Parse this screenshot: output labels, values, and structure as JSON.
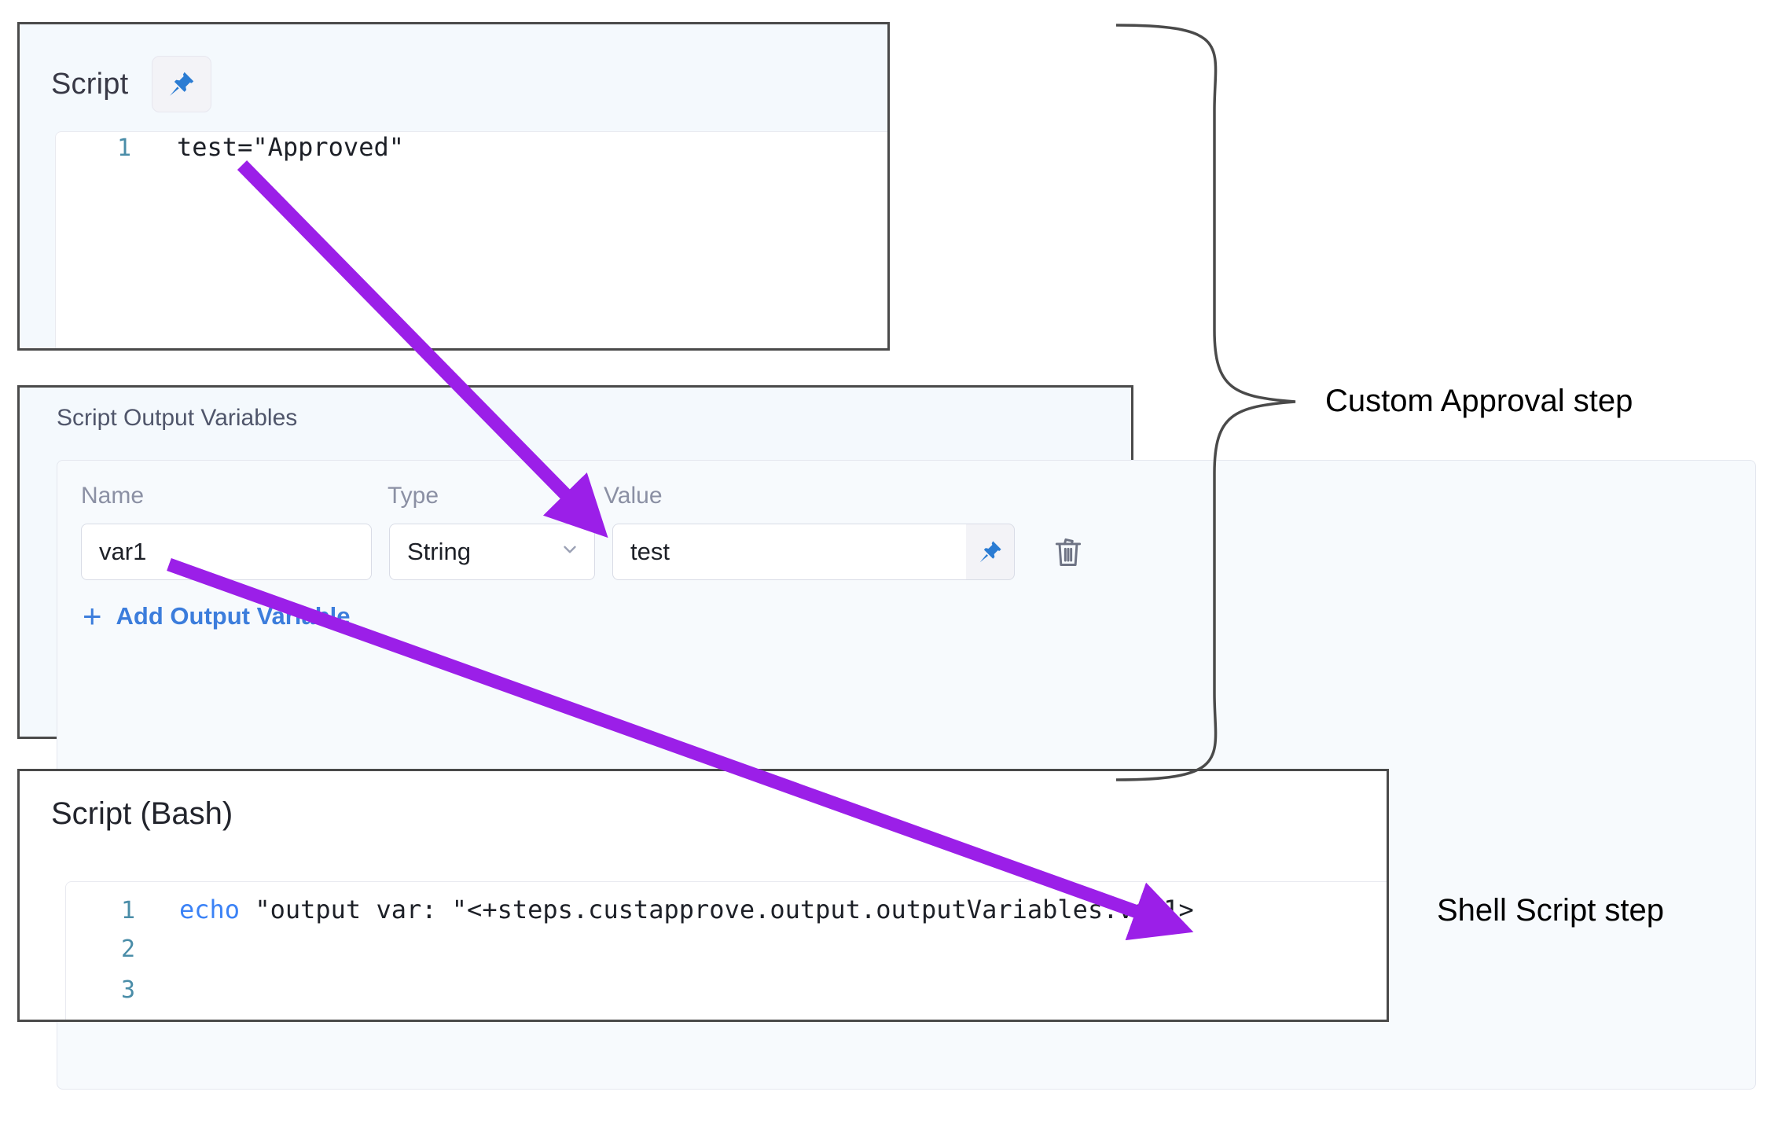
{
  "script_panel": {
    "title": "Script",
    "pin_icon": "pin-icon",
    "code": {
      "lines": [
        {
          "number": "1",
          "text": "test=\"Approved\""
        }
      ]
    }
  },
  "output_variables_panel": {
    "title": "Script Output Variables",
    "headers": {
      "name": "Name",
      "type": "Type",
      "value": "Value"
    },
    "rows": [
      {
        "name": "var1",
        "type": "String",
        "type_chevron": "chevron-down-icon",
        "value": "test",
        "pin_icon": "pin-icon",
        "delete_icon": "trash-icon"
      }
    ],
    "add_label": "Add Output Variable",
    "add_plus": "+"
  },
  "bash_panel": {
    "title": "Script (Bash)",
    "code": {
      "lines": [
        {
          "number": "1",
          "keyword": "echo",
          "rest": " \"output var: \"<+steps.custapprove.output.outputVariables.var1>"
        },
        {
          "number": "2",
          "keyword": "",
          "rest": ""
        },
        {
          "number": "3",
          "keyword": "",
          "rest": ""
        }
      ]
    }
  },
  "annotations": {
    "custom_approval_label": "Custom Approval step",
    "shell_script_label": "Shell Script step",
    "arrow_color": "#9B1FE8",
    "brace_color": "#4a4a4a"
  }
}
